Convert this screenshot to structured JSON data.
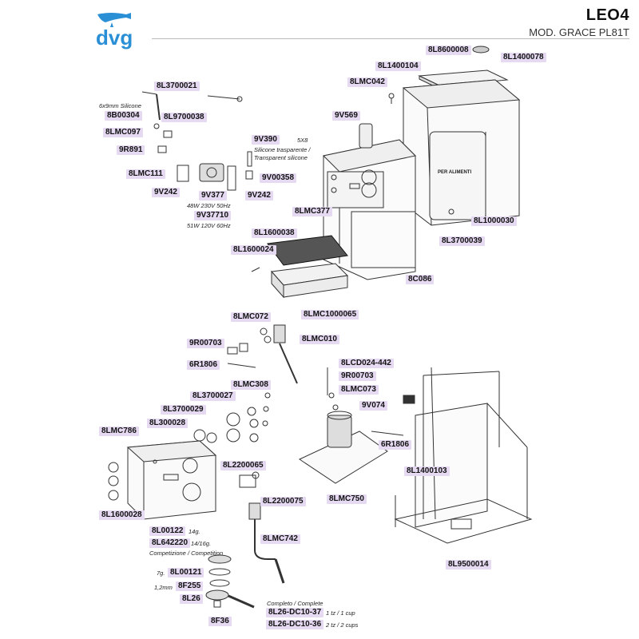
{
  "header": {
    "brand": "dvg",
    "model_code": "LEO4",
    "model_name": "MOD. GRACE PL81T"
  },
  "colors": {
    "logo_blue": "#2b8fd6",
    "label_bg": "#e6d9f2",
    "line": "#333333"
  },
  "parts": {
    "p_8L8600008": "8L8600008",
    "p_8L1400078": "8L1400078",
    "p_8L1400104": "8L1400104",
    "p_8LMC042": "8LMC042",
    "p_8L3700021": "8L3700021",
    "p_8B00304": "8B00304",
    "p_8L9700038": "8L9700038",
    "p_8LMC097": "8LMC097",
    "p_9R891": "9R891",
    "p_9V569": "9V569",
    "p_9V390": "9V390",
    "p_8LMC111": "8LMC111",
    "p_9V00358": "9V00358",
    "p_9V242a": "9V242",
    "p_9V242b": "9V242",
    "p_9V377": "9V377",
    "p_9V37710": "9V37710",
    "p_8LMC377": "8LMC377",
    "p_8L1000030": "8L1000030",
    "p_8L1600038": "8L1600038",
    "p_8L3700039": "8L3700039",
    "p_8L1600024": "8L1600024",
    "p_8C086": "8C086",
    "p_8LMC1000065": "8LMC1000065",
    "p_8LMC072": "8LMC072",
    "p_9R00703a": "9R00703",
    "p_8LMC010": "8LMC010",
    "p_6R1806a": "6R1806",
    "p_8LCD024_442": "8LCD024-442",
    "p_9R00703b": "9R00703",
    "p_8LMC308": "8LMC308",
    "p_8LMC073": "8LMC073",
    "p_8L3700027": "8L3700027",
    "p_9V074": "9V074",
    "p_8L3700029": "8L3700029",
    "p_8L300028": "8L300028",
    "p_8LMC786": "8LMC786",
    "p_6R1806b": "6R1806",
    "p_8L2200065": "8L2200065",
    "p_8L1400103": "8L1400103",
    "p_8L2200075": "8L2200075",
    "p_8LMC750": "8LMC750",
    "p_8L1600028": "8L1600028",
    "p_8L00122": "8L00122",
    "p_8L642220": "8L642220",
    "p_8LMC742": "8LMC742",
    "p_8L9500014": "8L9500014",
    "p_8L00121": "8L00121",
    "p_8F255": "8F255",
    "p_8L26": "8L26",
    "p_8L26_DC10_37": "8L26-DC10-37",
    "p_8F36": "8F36",
    "p_8L26_DC10_36": "8L26-DC10-36"
  },
  "notes": {
    "silicone_6x9": "6x9mm Silicone",
    "size_5x8": "5X8",
    "silicone_it": "Silicone trasparente /",
    "silicone_en": "Transparent silicone",
    "pump_230": "48W 230V 50Hz",
    "pump_120": "51W 120V 60Hz",
    "weight_14g": "14g.",
    "weight_14_16g": "14/16g.",
    "competition": "Competizione / Competition",
    "weight_7g": "7g.",
    "thickness_1_2mm": "1,2mm",
    "complete": "Completo / Complete",
    "one_cup": "1 tz / 1 cup",
    "two_cups": "2 tz / 2 cups",
    "panel_text": "PER ALIMENTI"
  }
}
